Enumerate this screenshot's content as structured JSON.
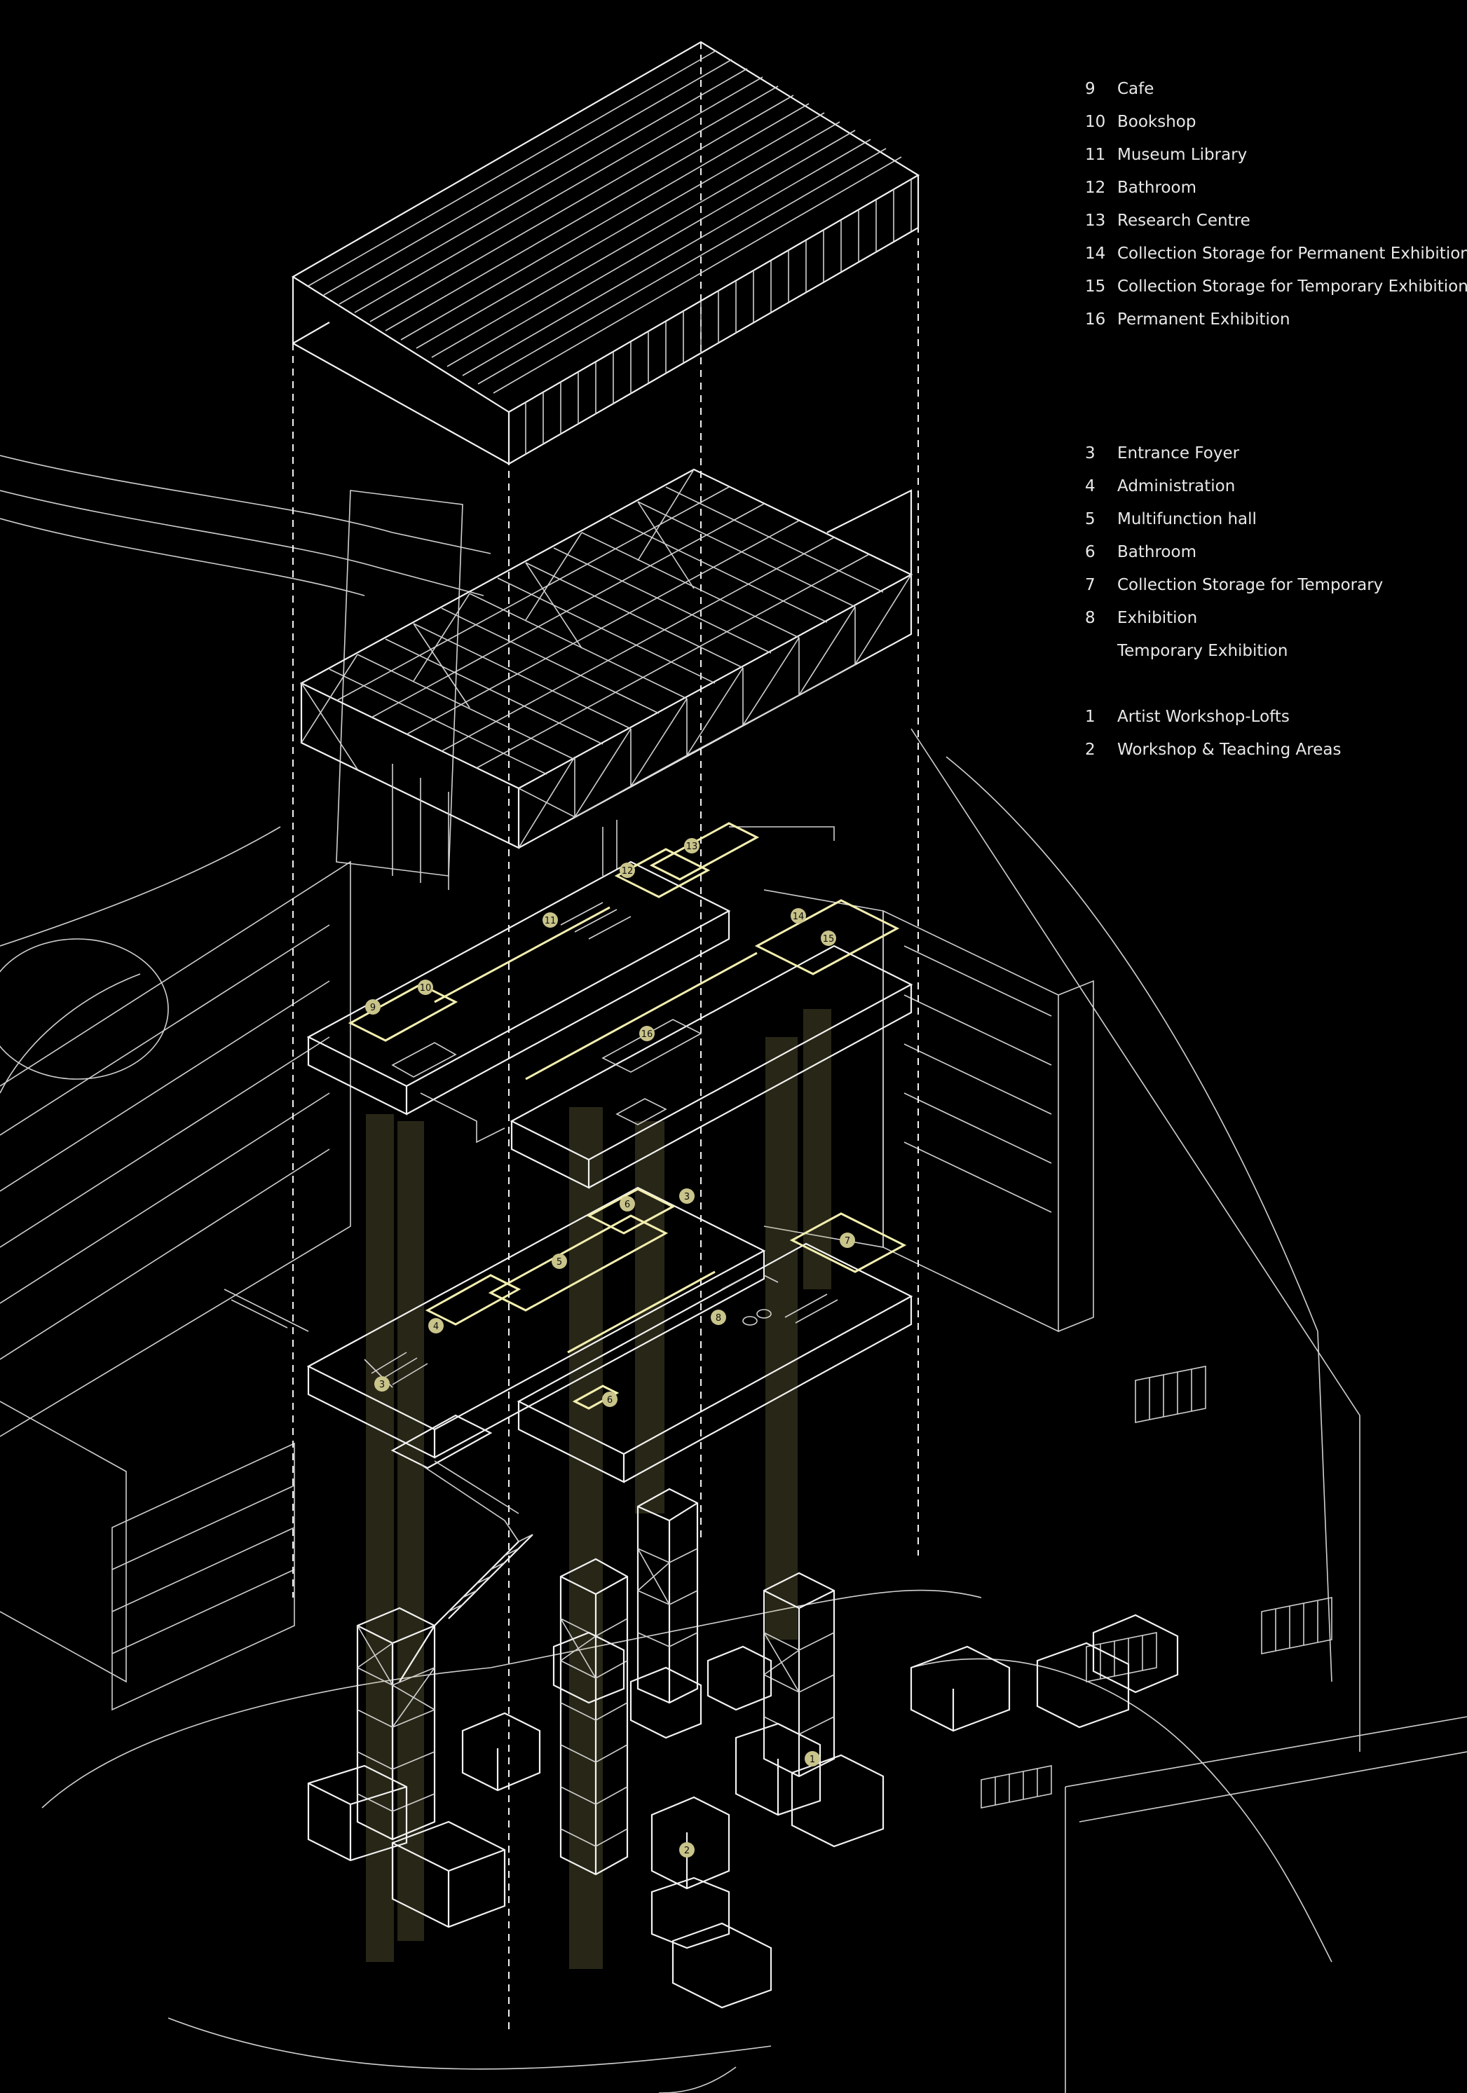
{
  "legend": {
    "upper": [
      {
        "num": "9",
        "label": "Cafe"
      },
      {
        "num": "10",
        "label": "Bookshop"
      },
      {
        "num": "11",
        "label": "Museum Library"
      },
      {
        "num": "12",
        "label": "Bathroom"
      },
      {
        "num": "13",
        "label": "Research Centre"
      },
      {
        "num": "14",
        "label": "Collection Storage for Permanent Exhibition"
      },
      {
        "num": "15",
        "label": "Collection Storage for Temporary Exhibition"
      },
      {
        "num": "16",
        "label": "Permanent Exhibition"
      }
    ],
    "middle": [
      {
        "num": "3",
        "label": "Entrance Foyer"
      },
      {
        "num": "4",
        "label": "Administration"
      },
      {
        "num": "5",
        "label": "Multifunction hall"
      },
      {
        "num": "6",
        "label": "Bathroom"
      },
      {
        "num": "7",
        "label": "Collection Storage for Temporary"
      },
      {
        "num": "8",
        "label": "Exhibition"
      },
      {
        "num": "",
        "label": "Temporary Exhibition"
      }
    ],
    "lower": [
      {
        "num": "1",
        "label": "Artist Workshop-Lofts"
      },
      {
        "num": "2",
        "label": "Workshop & Teaching Areas"
      }
    ]
  },
  "tags": {
    "t1": "1",
    "t2": "2",
    "t3a": "3",
    "t3b": "3",
    "t4": "4",
    "t5": "5",
    "t6a": "6",
    "t6b": "6",
    "t7": "7",
    "t8": "8",
    "t9": "9",
    "t10": "10",
    "t11": "11",
    "t12": "12",
    "t13": "13",
    "t14": "14",
    "t15": "15",
    "t16": "16"
  },
  "colors": {
    "background": "#000000",
    "line": "#f2f2f2",
    "highlight": "#f3efb0",
    "beam": "#b7b26a"
  }
}
